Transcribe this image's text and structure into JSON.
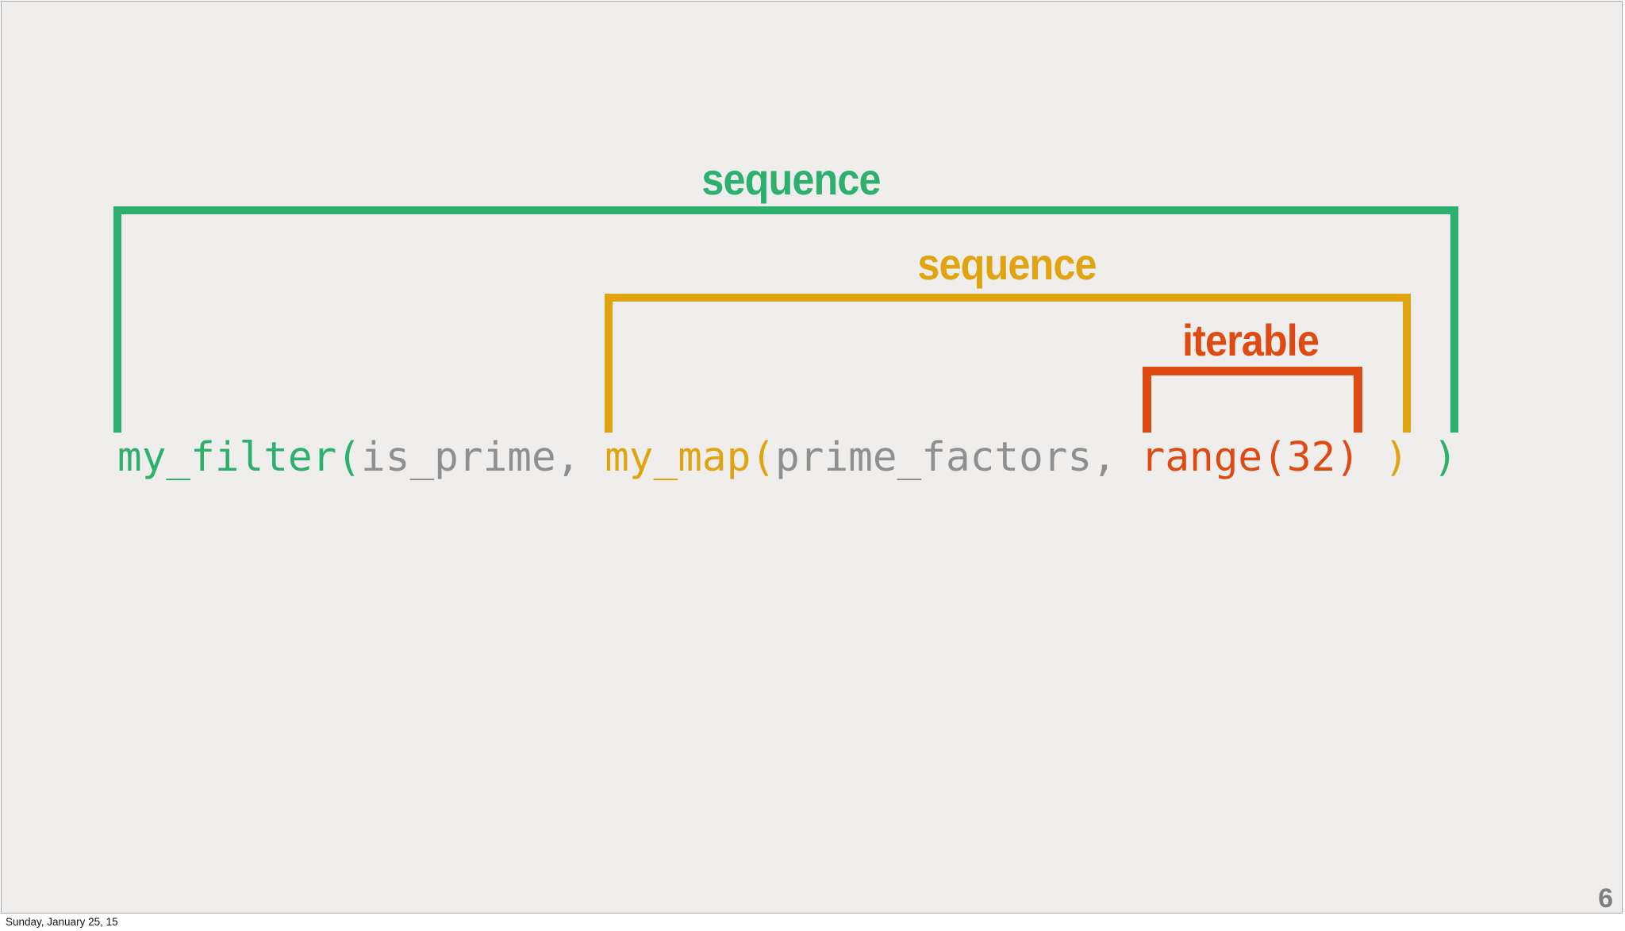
{
  "slide": {
    "page_number": "6",
    "annotations": {
      "outer": {
        "label": "sequence",
        "color": "#2db06e"
      },
      "inner": {
        "label": "sequence",
        "color": "#e1a411"
      },
      "iterable": {
        "label": "iterable",
        "color": "#de4a11"
      }
    },
    "code": {
      "full_text": "my_filter(is_prime, my_map(prime_factors, range(32) ) )",
      "segments": [
        {
          "text": "my_filter(",
          "color": "#2db06e"
        },
        {
          "text": "is_prime, ",
          "color": "#8f8f8f"
        },
        {
          "text": "my_map(",
          "color": "#e1a411"
        },
        {
          "text": "prime_factors, ",
          "color": "#8f8f8f"
        },
        {
          "text": "range(32)",
          "color": "#de4a11"
        },
        {
          "text": " )",
          "color": "#e1a411"
        },
        {
          "text": " )",
          "color": "#2db06e"
        }
      ]
    },
    "colors": {
      "background": "#efeeec",
      "border": "#a9a9a9",
      "gray_code": "#8f8f8f",
      "page_number": "#7f7f7f"
    }
  },
  "footer": {
    "date": "Sunday, January 25, 15"
  }
}
